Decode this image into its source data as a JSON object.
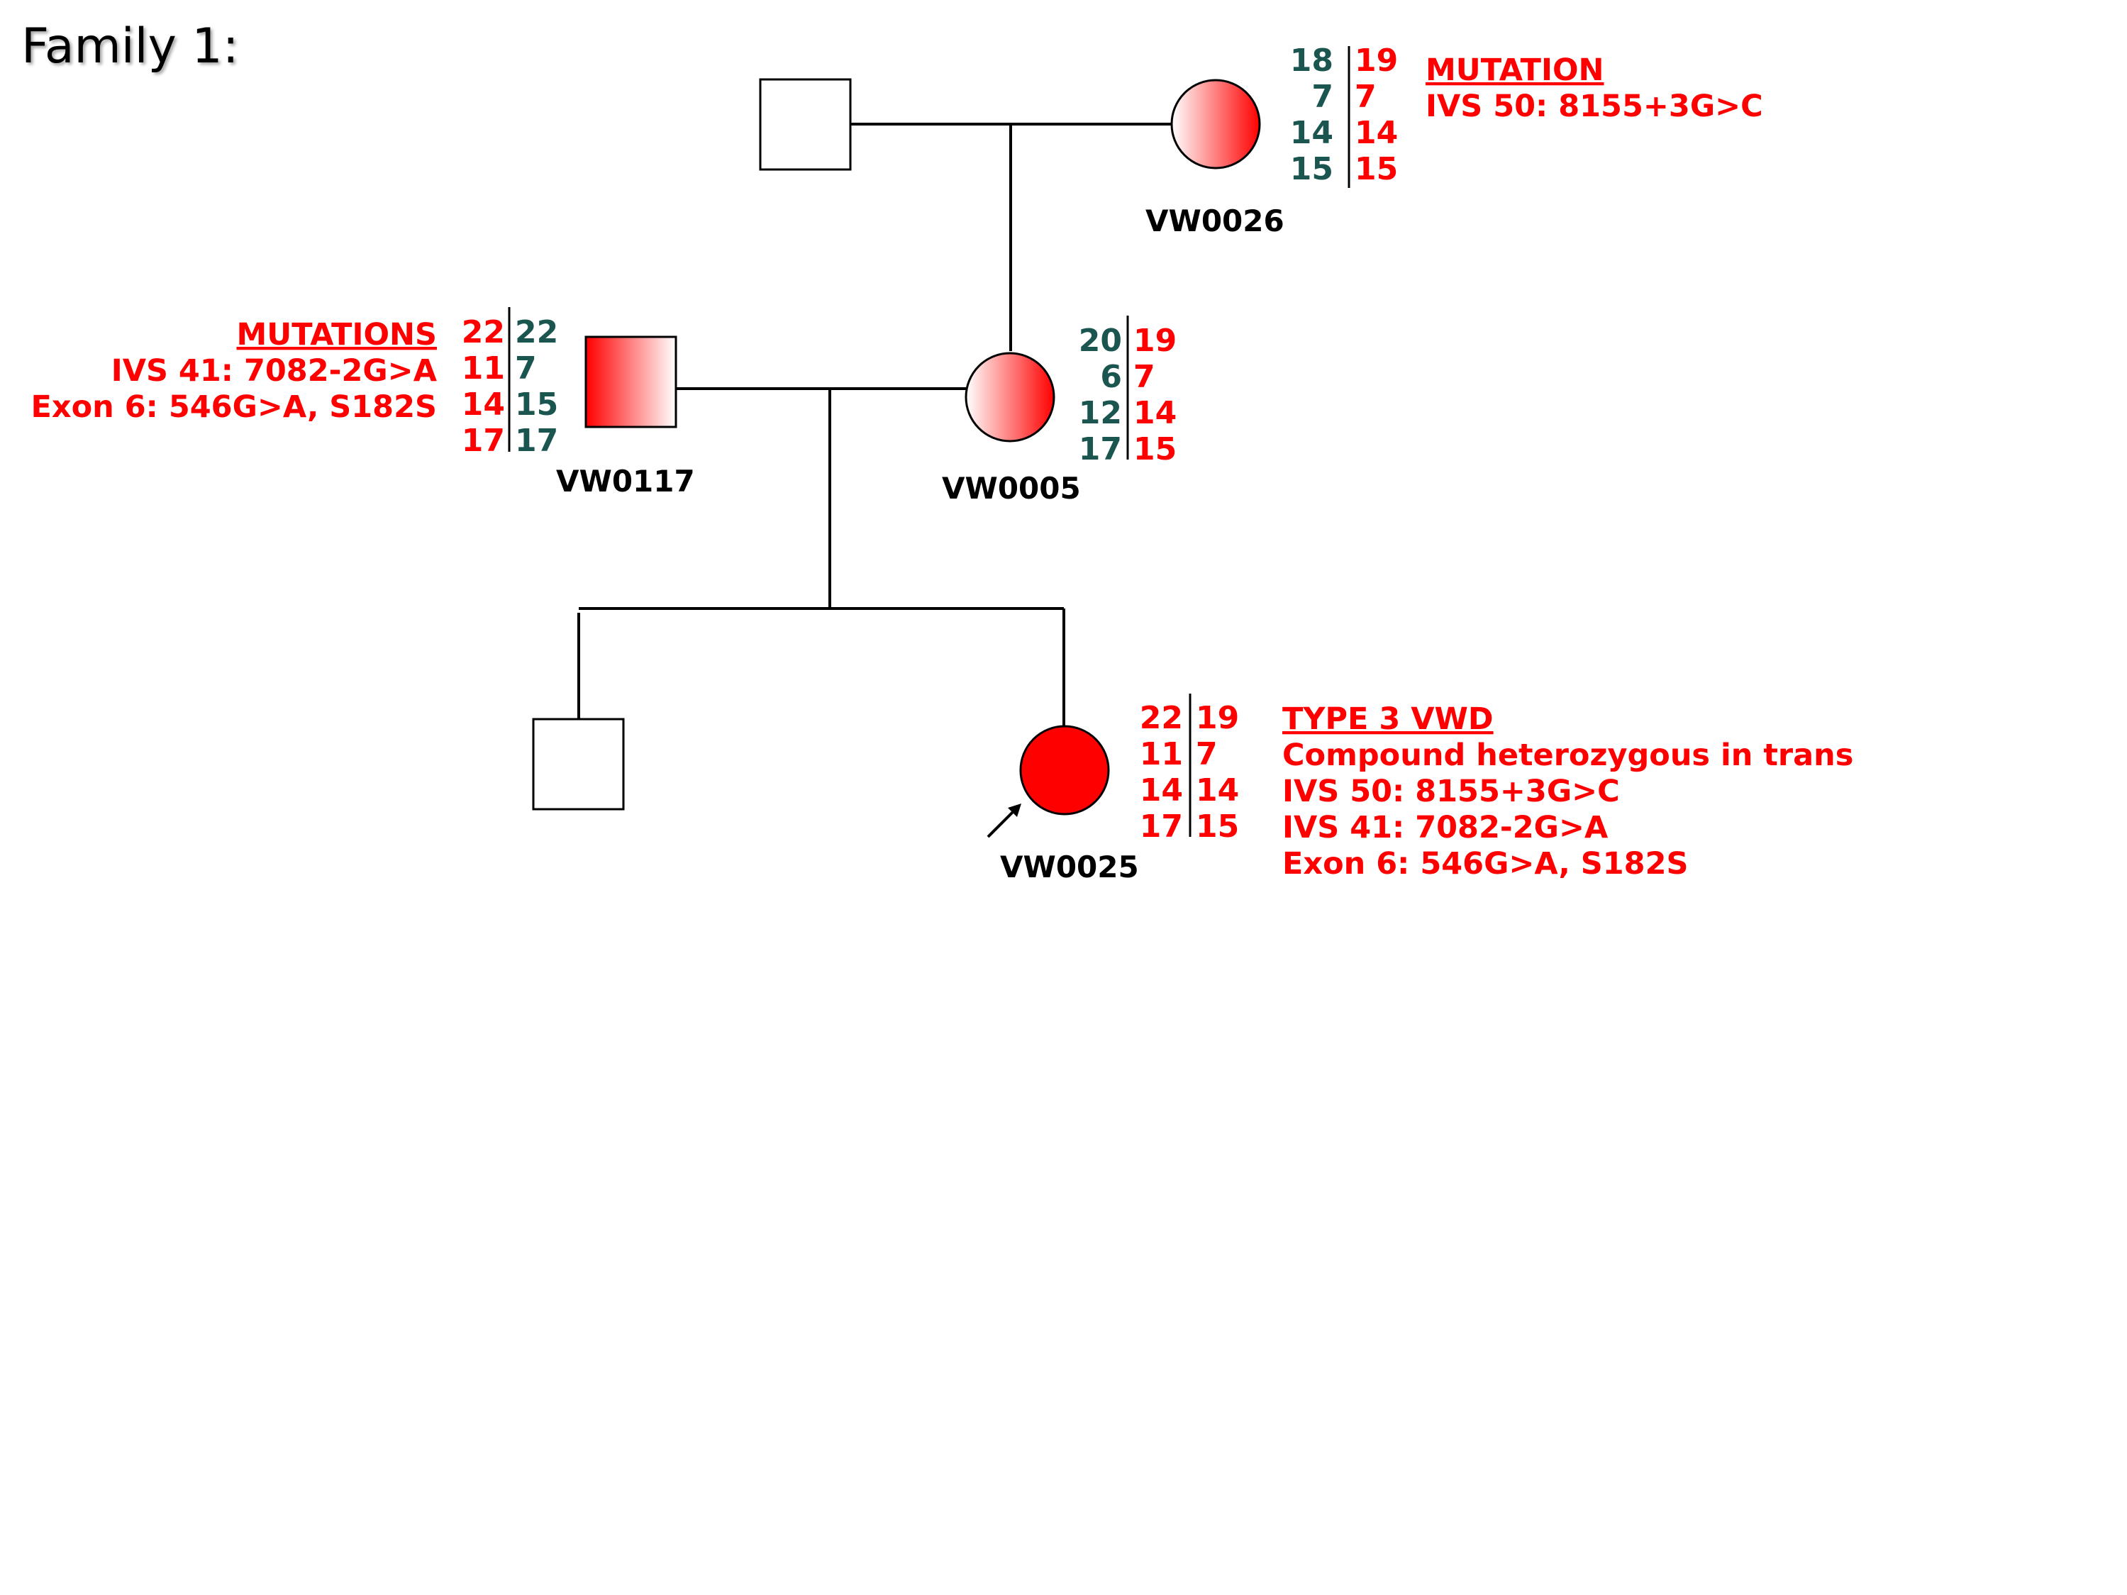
{
  "title": "Family 1:",
  "colors": {
    "affected": "#ff0000",
    "marker_green": "#1a5550",
    "line": "#000000",
    "text": "#000000"
  },
  "individuals": {
    "grandfather": {
      "label": "",
      "shape": "square",
      "fill": "none"
    },
    "grandmother": {
      "label": "VW0026",
      "shape": "circle",
      "fill": "gradient",
      "alleles": {
        "left": [
          "18",
          "7",
          "14",
          "15"
        ],
        "right": [
          "19",
          "7",
          "14",
          "15"
        ],
        "left_colors": [
          "green",
          "green",
          "green",
          "green"
        ],
        "right_colors": [
          "red",
          "red",
          "red",
          "red"
        ]
      },
      "notes": {
        "heading": "MUTATION",
        "lines": [
          "IVS 50: 8155+3G>C"
        ]
      }
    },
    "father": {
      "label": "VW0117",
      "shape": "square",
      "fill": "gradient",
      "alleles": {
        "left": [
          "22",
          "11",
          "14",
          "17"
        ],
        "right": [
          "22",
          "7",
          "15",
          "17"
        ],
        "left_colors": [
          "red",
          "red",
          "red",
          "red"
        ],
        "right_colors": [
          "green",
          "green",
          "green",
          "green"
        ]
      },
      "notes": {
        "heading": "MUTATIONS",
        "lines": [
          "IVS 41: 7082-2G>A",
          "Exon 6: 546G>A, S182S"
        ]
      }
    },
    "mother": {
      "label": "VW0005",
      "shape": "circle",
      "fill": "gradient",
      "alleles": {
        "left": [
          "20",
          "6",
          "12",
          "17"
        ],
        "right": [
          "19",
          "7",
          "14",
          "15"
        ],
        "left_colors": [
          "green",
          "green",
          "green",
          "green"
        ],
        "right_colors": [
          "red",
          "red",
          "red",
          "red"
        ]
      }
    },
    "son": {
      "label": "",
      "shape": "square",
      "fill": "none"
    },
    "proband": {
      "label": "VW0025",
      "shape": "circle",
      "fill": "solid",
      "proband_arrow": true,
      "alleles": {
        "left": [
          "22",
          "11",
          "14",
          "17"
        ],
        "right": [
          "19",
          "7",
          "14",
          "15"
        ],
        "left_colors": [
          "red",
          "red",
          "red",
          "red"
        ],
        "right_colors": [
          "red",
          "red",
          "red",
          "red"
        ]
      },
      "notes": {
        "heading": "TYPE 3 VWD",
        "lines": [
          "Compound heterozygous in trans",
          "IVS 50: 8155+3G>C",
          "IVS 41: 7082-2G>A",
          "Exon 6: 546G>A, S182S"
        ]
      }
    }
  }
}
